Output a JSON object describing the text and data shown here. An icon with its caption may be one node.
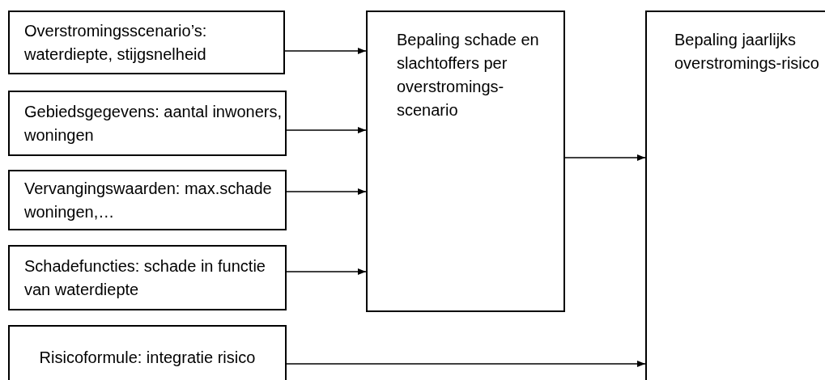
{
  "diagram": {
    "nodes": [
      {
        "text": [
          "Overstromingsscenario’s: waterdiepte, stijgsnelheid"
        ]
      },
      {
        "text": [
          "Gebiedsgegevens: aantal inwoners, woningen"
        ]
      },
      {
        "text": [
          "Vervangingswaarden: max.schade woningen,…"
        ]
      },
      {
        "text": [
          "Schadefuncties: schade in functie van waterdiepte"
        ]
      },
      {
        "text": [
          "Risicoformule: integratie risico"
        ]
      },
      {
        "text": [
          "Bepaling schade en slachtoffers per overstromings-scenario"
        ]
      },
      {
        "text": [
          "Bepaling jaarlijks overstromings-risico"
        ]
      }
    ],
    "edges": [
      {
        "from": 0,
        "to": 5,
        "arrow": "to"
      },
      {
        "from": 1,
        "to": 5,
        "arrow": "to"
      },
      {
        "from": 2,
        "to": 5,
        "arrow": "to"
      },
      {
        "from": 3,
        "to": 5,
        "arrow": "to"
      },
      {
        "from": 5,
        "to": 6,
        "arrow": "to"
      },
      {
        "from": 4,
        "to": 6,
        "arrow": "to"
      }
    ]
  }
}
